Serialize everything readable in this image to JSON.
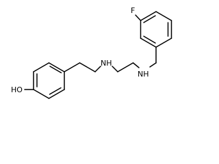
{
  "molecule": {
    "labels": {
      "hydroxyl": "HO",
      "amine_left": "NH",
      "amine_right": "NH",
      "fluoro": "F"
    }
  },
  "colors": {
    "bond": "#000000",
    "label": "#000000",
    "background": "#ffffff"
  }
}
